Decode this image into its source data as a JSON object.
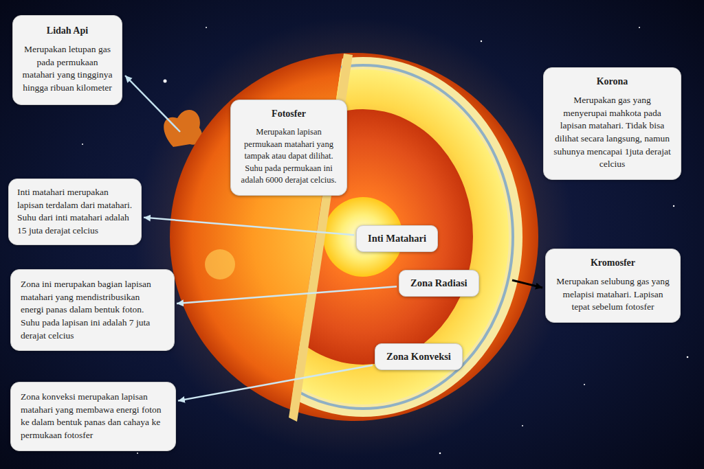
{
  "diagram": {
    "nodes": [
      {
        "text": [
          "Lidah Api",
          "Merupakan letupan gas pada permukaan matahari yang tingginya hingga ribuan kilometer"
        ]
      },
      {
        "text": [
          "Fotosfer",
          "Merupakan lapisan permukaan matahari yang tampak atau dapat dilihat. Suhu pada permukaan ini adalah 6000 derajat celcius."
        ]
      },
      {
        "text": [
          "Korona",
          "Merupakan gas yang menyerupai mahkota pada lapisan matahari. Tidak bisa dilihat secara langsung, namun suhunya mencapai 1juta derajat celcius"
        ]
      },
      {
        "text": [
          "Inti matahari merupakan lapisan terdalam dari matahari. Suhu dari inti matahari adalah 15 juta derajat celcius"
        ]
      },
      {
        "text": [
          "Inti Matahari"
        ]
      },
      {
        "text": [
          "Kromosfer",
          "Merupakan selubung gas yang melapisi matahari. Lapisan tepat sebelum fotosfer"
        ]
      },
      {
        "text": [
          "Zona ini merupakan bagian lapisan matahari yang mendistribusikan energi panas dalam bentuk foton. Suhu pada lapisan ini adalah 7 juta derajat celcius"
        ]
      },
      {
        "text": [
          "Zona Radiasi"
        ]
      },
      {
        "text": [
          "Zona Konveksi"
        ]
      },
      {
        "text": [
          "Zona konveksi merupakan lapisan matahari yang membawa energi foton ke dalam bentuk panas dan cahaya ke permukaan fotosfer"
        ]
      }
    ],
    "edges": [
      {
        "from": 4,
        "to": 3,
        "arrow": "to"
      },
      {
        "from": 7,
        "to": 6,
        "arrow": "to"
      },
      {
        "from": 8,
        "to": 9,
        "arrow": "to"
      }
    ]
  }
}
